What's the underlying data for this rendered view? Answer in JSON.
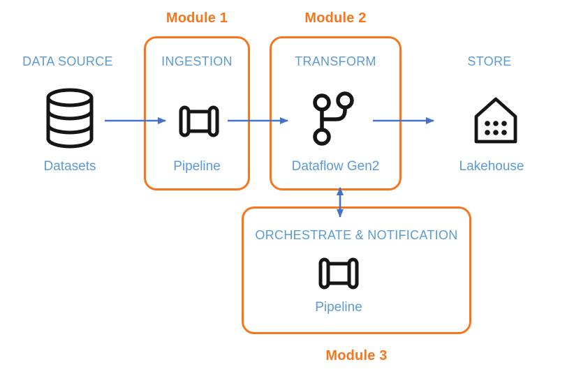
{
  "colors": {
    "accent_orange": "#F7761D",
    "label_blue": "#5B9BD5",
    "arrow_blue": "#4472C4",
    "icon_black": "#151515",
    "canvas_bg": "#FFFFFF"
  },
  "module_labels": {
    "m1": "Module 1",
    "m2": "Module 2",
    "m3": "Module 3"
  },
  "stages": {
    "source": {
      "heading": "DATA SOURCE",
      "caption": "Datasets",
      "icon": "database-icon"
    },
    "ingestion": {
      "heading": "INGESTION",
      "caption": "Pipeline",
      "icon": "pipeline-icon"
    },
    "transform": {
      "heading": "TRANSFORM",
      "caption": "Dataflow Gen2",
      "icon": "dataflow-gen2-branch-icon"
    },
    "store": {
      "heading": "STORE",
      "caption": "Lakehouse",
      "icon": "lakehouse-house-icon"
    },
    "orchestrate": {
      "heading": "ORCHESTRATE & NOTIFICATION",
      "caption": "Pipeline",
      "icon": "pipeline-icon"
    }
  },
  "connections": [
    {
      "from": "Datasets",
      "to": "Pipeline (Ingestion)",
      "type": "arrow-right"
    },
    {
      "from": "Pipeline (Ingestion)",
      "to": "Dataflow Gen2",
      "type": "arrow-right"
    },
    {
      "from": "Dataflow Gen2",
      "to": "Lakehouse",
      "type": "arrow-right"
    },
    {
      "from": "Dataflow Gen2",
      "to": "Orchestrate & Notification",
      "type": "arrow-bidirectional"
    }
  ]
}
